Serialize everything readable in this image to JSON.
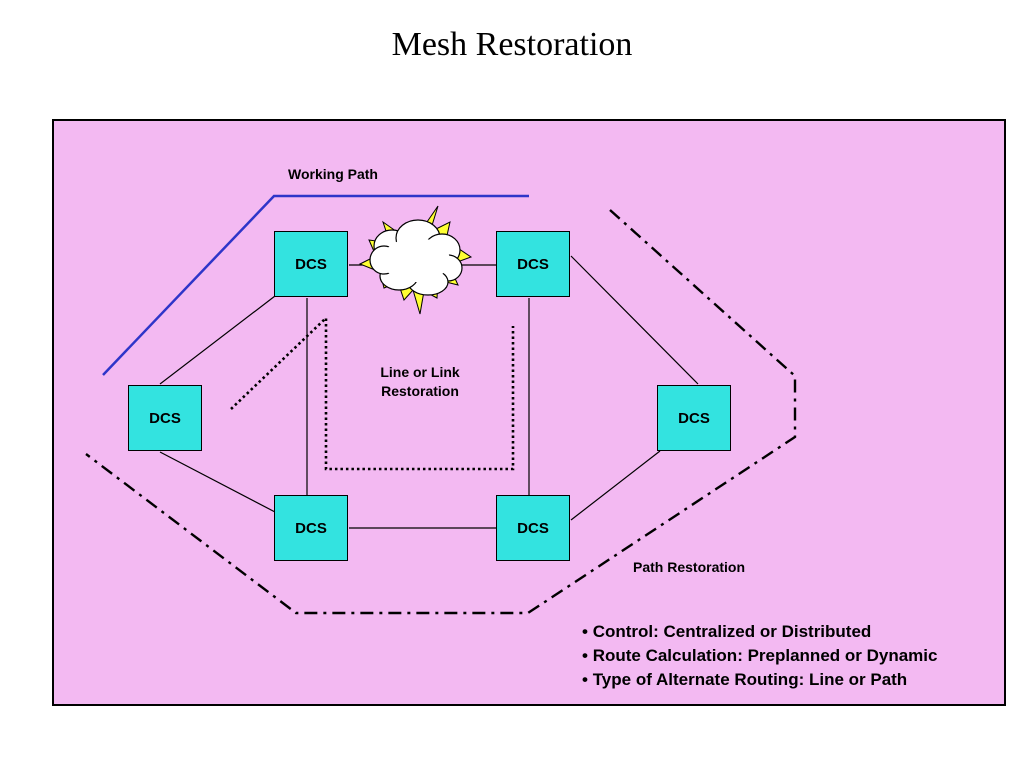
{
  "title": "Mesh Restoration",
  "nodes": [
    {
      "id": "top-left",
      "label": "DCS"
    },
    {
      "id": "top-right",
      "label": "DCS"
    },
    {
      "id": "left",
      "label": "DCS"
    },
    {
      "id": "right",
      "label": "DCS"
    },
    {
      "id": "bottom-left",
      "label": "DCS"
    },
    {
      "id": "bottom-right",
      "label": "DCS"
    }
  ],
  "labels": {
    "working_path": "Working Path",
    "line_restoration_1": "Line or Link",
    "line_restoration_2": "Restoration",
    "path_restoration": "Path Restoration"
  },
  "bullets": [
    "Control:  Centralized or Distributed",
    "Route Calculation: Preplanned or Dynamic",
    "Type of Alternate Routing: Line or Path"
  ],
  "colors": {
    "panel": "#f3b9f2",
    "node": "#33e3e0",
    "working_path": "#2e35c9",
    "burst": "#ffff33"
  }
}
